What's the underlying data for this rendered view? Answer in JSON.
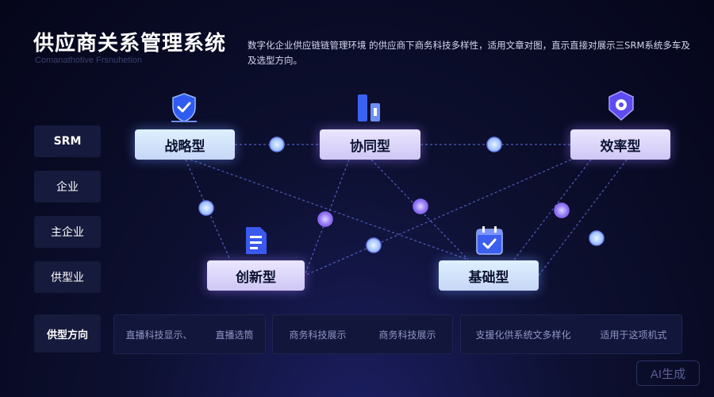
{
  "header": {
    "title": "供应商关系管理系统",
    "subtitle_en": "Comanathotive Frsnuhetion",
    "description": "数字化企业供应链链管理环境 的供应商下商务科技多样性，适用文章对图，直示直接对展示三SRM系统多车及及选型方向。"
  },
  "sidebar": {
    "items": [
      "SRM",
      "企业",
      "主企业",
      "供型业"
    ]
  },
  "diagram": {
    "nodes": {
      "strategic": "战略型",
      "collab": "协同型",
      "efficiency": "效率型",
      "innovation": "创新型",
      "foundation": "基础型"
    },
    "icons": {
      "strategic": "shield-check-icon",
      "collab": "bar-chart-icon",
      "efficiency": "map-pin-icon",
      "innovation": "document-icon",
      "foundation": "calendar-check-icon"
    }
  },
  "directions": {
    "label": "供型方向",
    "boxes": [
      [
        "直播科技显示、",
        "直播选筒"
      ],
      [
        "商务科技展示",
        "商务科技展示"
      ],
      [
        "支援化供系统文多样化",
        "适用于这项机式"
      ]
    ]
  },
  "badge": "AI生成",
  "colors": {
    "accent_blue": "#4f6df5",
    "accent_purple": "#7c5cf0",
    "node_blue": "#cfe3ff",
    "node_purple": "#d8d0f8"
  }
}
